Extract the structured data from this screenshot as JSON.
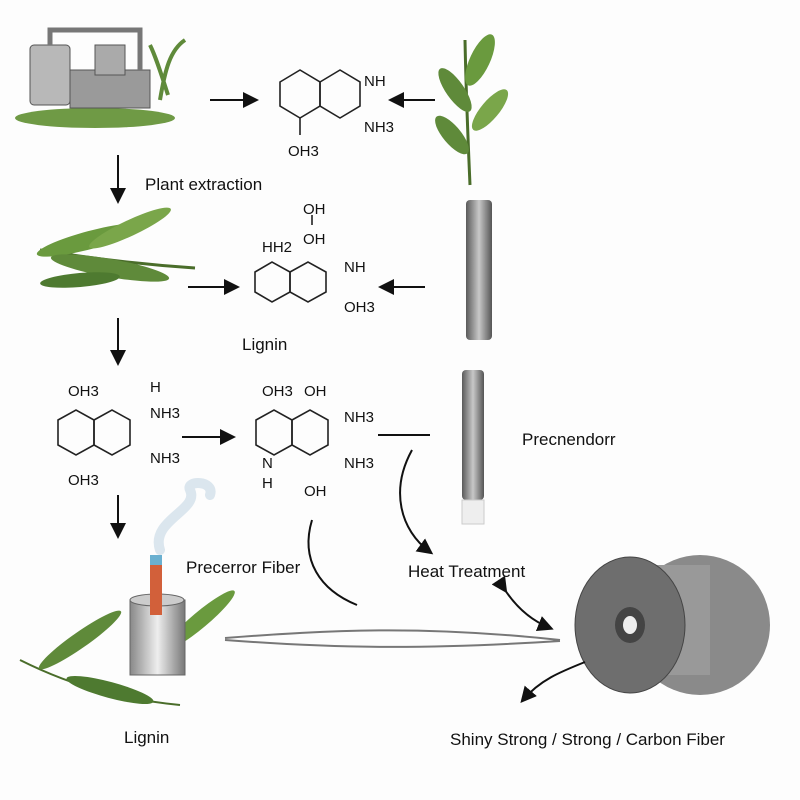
{
  "labels": {
    "plant_extraction": "Plant extraction",
    "lignin_top": "Lignin",
    "precursor_right": "Precnendorr",
    "precursor_fiber": "Precerror Fiber",
    "heat_treatment": "Heat Treatment",
    "lignin_bottom": "Lignin",
    "carbon_fiber": "Shiny Strong / Strong / Carbon Fiber"
  },
  "molecules": {
    "m1": {
      "a": "NH",
      "b": "NH3",
      "c": "OH3"
    },
    "m2": {
      "a": "OH",
      "b": "OH",
      "c": "HH2",
      "d": "NH",
      "e": "OH3"
    },
    "m3": {
      "a": "OH3",
      "b": "H",
      "c": "NH3",
      "d": "NH3",
      "e": "OH3"
    },
    "m4": {
      "a": "OH3",
      "b": "OH",
      "c": "NH3",
      "d": "NH3",
      "e": "N",
      "f": "H",
      "g": "OH"
    }
  },
  "colors": {
    "leaf": "#5f8a3a",
    "leaf_dark": "#3f6b25",
    "fiber": "#8a8a8a",
    "spool": "#6e6e6e",
    "heat": "#d2603a"
  }
}
